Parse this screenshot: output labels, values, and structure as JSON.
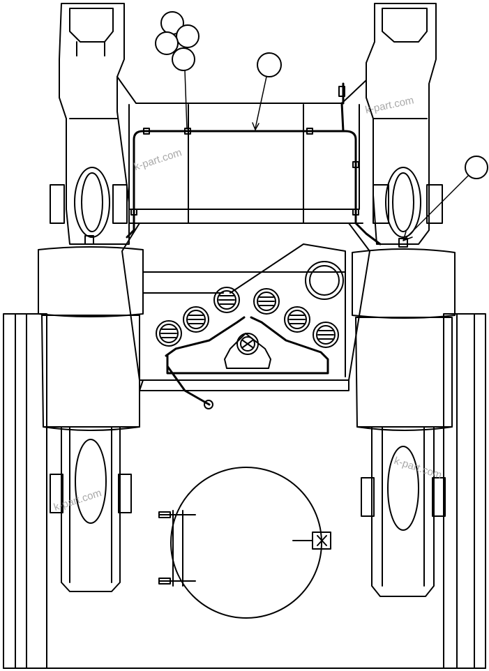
{
  "watermark": {
    "text": "k-part.com",
    "color": "#9a9a9a"
  },
  "colors": {
    "line": "#000000",
    "background": "#ffffff"
  },
  "callouts": [
    {
      "id": "callout-1",
      "label": ""
    },
    {
      "id": "callout-2",
      "label": ""
    },
    {
      "id": "callout-3",
      "label": ""
    },
    {
      "id": "callout-4",
      "label": ""
    },
    {
      "id": "callout-5",
      "label": ""
    },
    {
      "id": "callout-6",
      "label": ""
    }
  ]
}
